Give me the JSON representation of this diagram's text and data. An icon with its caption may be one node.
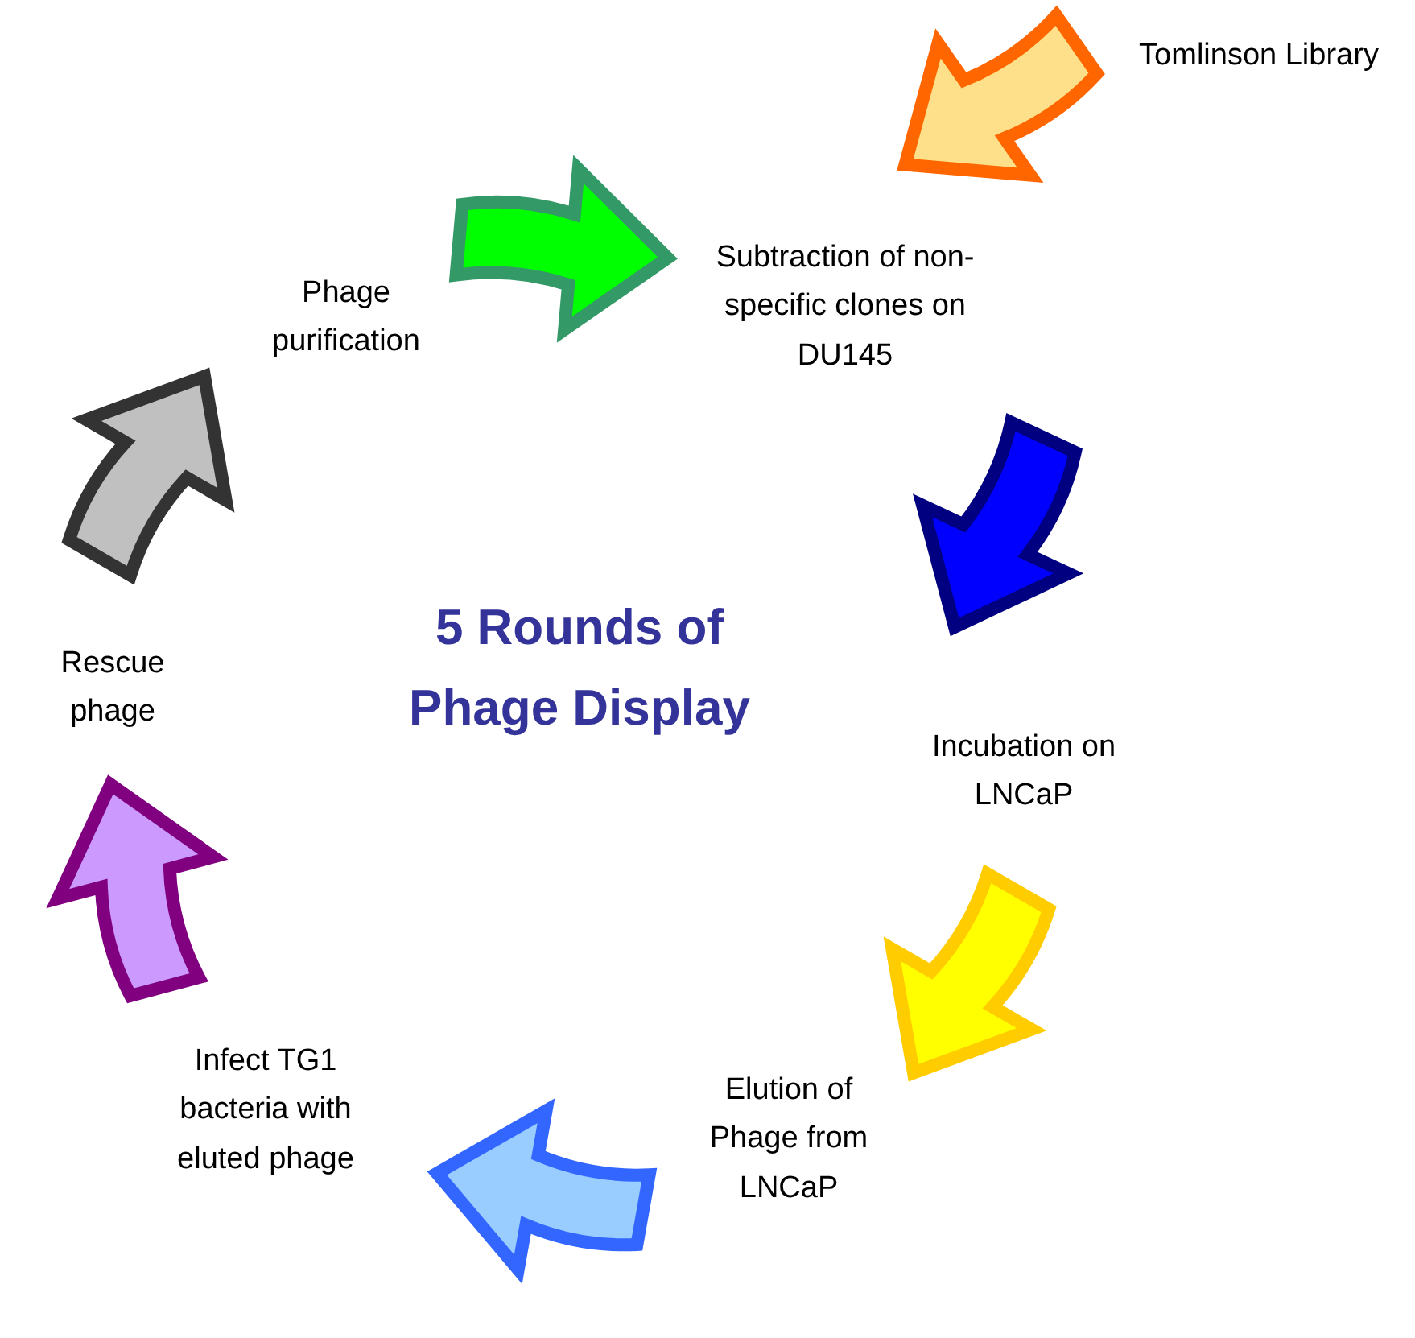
{
  "diagram": {
    "title": "5 Rounds of Phage Display",
    "nodes": [
      {
        "text": [
          "Tomlinson Library"
        ]
      },
      {
        "text": [
          "Subtraction of non-specific clones on DU145"
        ]
      },
      {
        "text": [
          "Incubation on LNCaP"
        ]
      },
      {
        "text": [
          "Elution of Phage from LNCaP"
        ]
      },
      {
        "text": [
          "Infect TG1 bacteria with eluted phage"
        ]
      },
      {
        "text": [
          "Rescue phage"
        ]
      },
      {
        "text": [
          "Phage purification"
        ]
      }
    ],
    "edges": [
      {
        "from": 0,
        "to": 1,
        "arrow": "to",
        "color": "#ffe08a"
      },
      {
        "from": 6,
        "to": 1,
        "arrow": "to",
        "color": "#00ff00"
      },
      {
        "from": 1,
        "to": 2,
        "arrow": "to",
        "color": "#0000ff"
      },
      {
        "from": 2,
        "to": 3,
        "arrow": "to",
        "color": "#ffff00"
      },
      {
        "from": 3,
        "to": 4,
        "arrow": "to",
        "color": "#99ccff"
      },
      {
        "from": 4,
        "to": 5,
        "arrow": "to",
        "color": "#cc99ff"
      },
      {
        "from": 5,
        "to": 6,
        "arrow": "to",
        "color": "#c0c0c0"
      }
    ]
  }
}
